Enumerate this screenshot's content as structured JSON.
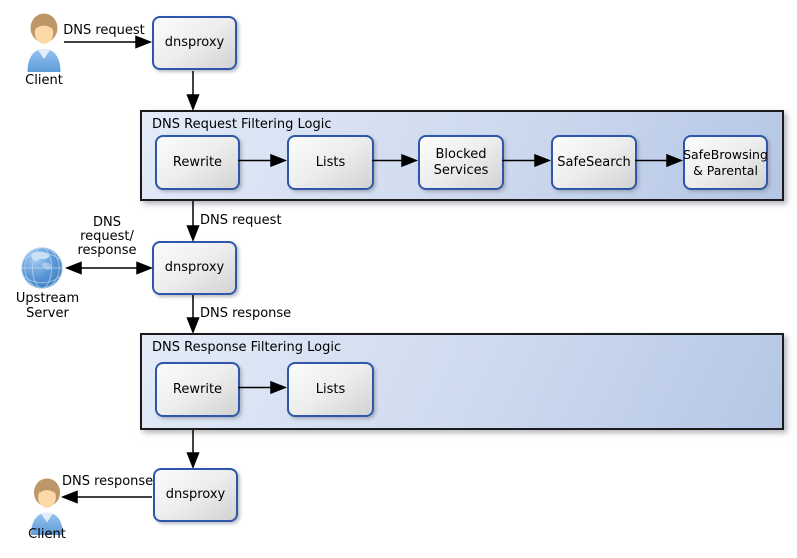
{
  "diagram": {
    "client_top": {
      "label": "Client"
    },
    "dnsproxy_top": {
      "label": "dnsproxy"
    },
    "request_logic": {
      "title": "DNS Request Filtering Logic",
      "steps": [
        "Rewrite",
        "Lists",
        "Blocked Services",
        "SafeSearch",
        "SafeBrowsing & Parental"
      ]
    },
    "upstream_server": {
      "label": "Upstream\nServer"
    },
    "dnsproxy_mid": {
      "label": "dnsproxy"
    },
    "response_logic": {
      "title": "DNS Response Filtering Logic",
      "steps": [
        "Rewrite",
        "Lists"
      ]
    },
    "dnsproxy_bottom": {
      "label": "dnsproxy"
    },
    "client_bottom": {
      "label": "Client"
    },
    "edge_labels": {
      "client_to_proxy": "DNS request",
      "logic_to_proxy": "DNS request",
      "upstream_link": "DNS\nrequest/\nresponse",
      "proxy_to_logic": "DNS response",
      "proxy_to_client": "DNS response"
    },
    "icons": {
      "client_top": "person-icon",
      "client_bottom": "person-icon",
      "upstream": "globe-icon"
    },
    "colors": {
      "node_border": "#2e57a9",
      "node_fill_light": "#fcfcfc",
      "node_fill_dark": "#d2d2d2",
      "container_fill_left": "#e3ebf8",
      "container_fill_right": "#b5c6e6",
      "container_border": "#1b1b1b",
      "arrow": "#000000",
      "globe_blue": "#5b97d6",
      "shirt_blue": "#6fa8e2",
      "hair_tan": "#bd9768",
      "face_peach": "#fdd9a8"
    }
  }
}
